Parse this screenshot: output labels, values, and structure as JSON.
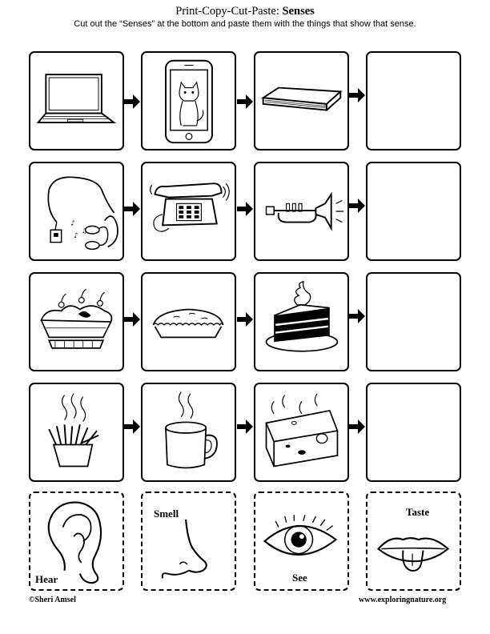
{
  "header": {
    "title_prefix": "Print-Copy-Cut-Paste: ",
    "title_bold": "Senses",
    "instructions": "Cut out the “Senses” at the bottom and paste them with the things that show that sense."
  },
  "senses": {
    "hear": "Hear",
    "smell": "Smell",
    "see": "See",
    "taste": "Taste"
  },
  "footer": {
    "copyright": "©Sheri Amsel",
    "website": "www.exploringnature.org"
  },
  "icons": {
    "row1": [
      "laptop-icon",
      "phone-with-cat-icon",
      "book-icon"
    ],
    "row2": [
      "music-player-icon",
      "telephone-icon",
      "trumpet-icon"
    ],
    "row3": [
      "sundae-icon",
      "pie-icon",
      "cake-icon"
    ],
    "row4": [
      "fries-icon",
      "coffee-mug-icon",
      "cheese-icon"
    ]
  }
}
